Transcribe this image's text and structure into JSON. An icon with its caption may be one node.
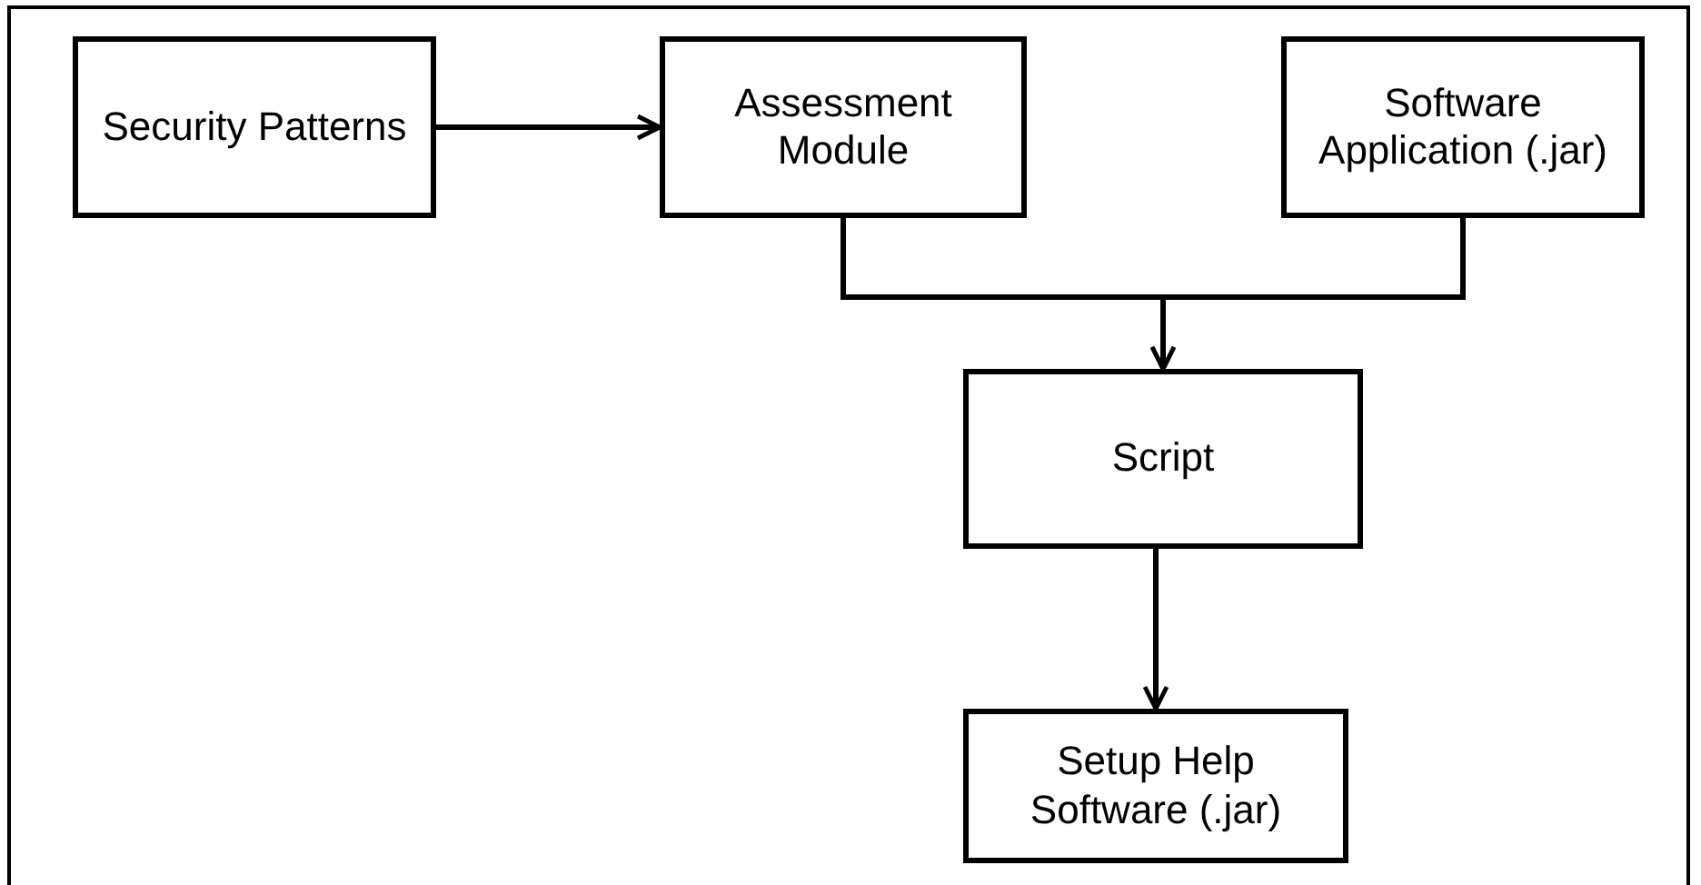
{
  "diagram": {
    "nodes": [
      {
        "text": [
          "Security Patterns"
        ]
      },
      {
        "text": [
          "Assessment Module"
        ]
      },
      {
        "text": [
          "Software Application (.jar)"
        ]
      },
      {
        "text": [
          "Script"
        ]
      },
      {
        "text": [
          "Setup Help Software (.jar)"
        ]
      }
    ],
    "edges": [
      {
        "from": 0,
        "to": 1,
        "arrow": "to"
      },
      {
        "from": 1,
        "to": 3,
        "arrow": "to"
      },
      {
        "from": 2,
        "to": 3,
        "arrow": "to"
      },
      {
        "from": 3,
        "to": 4,
        "arrow": "to"
      }
    ]
  }
}
